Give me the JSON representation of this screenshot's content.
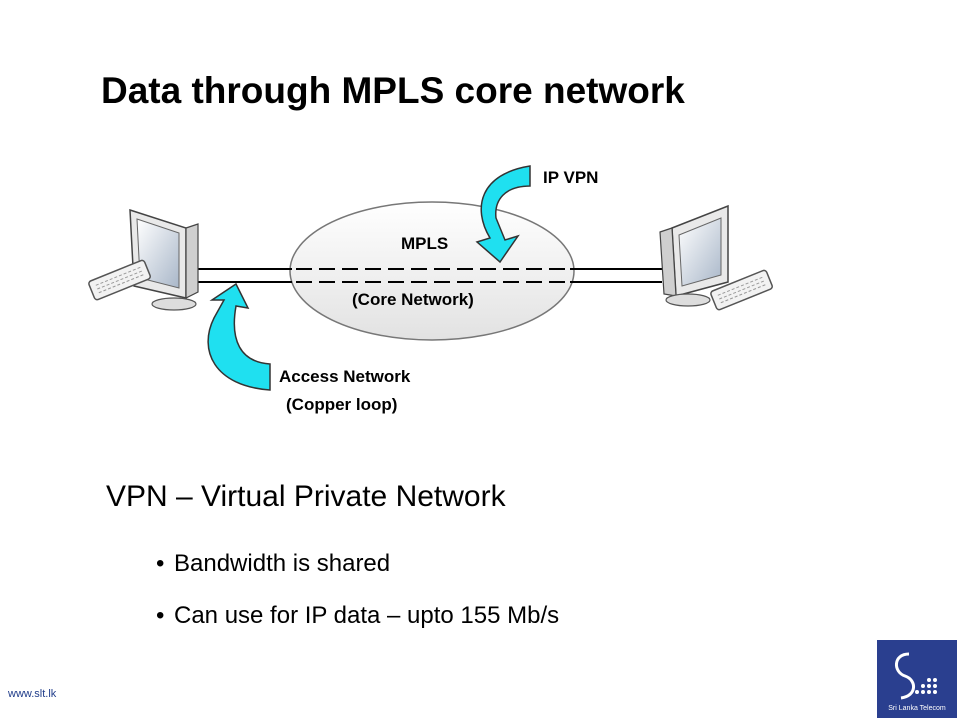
{
  "slide": {
    "title": "Data through MPLS core network",
    "subtitle": "VPN – Virtual Private Network",
    "bullets": [
      "Bandwidth is shared",
      "Can use for IP data – upto 155 Mb/s"
    ],
    "footer_url": "www.slt.lk",
    "logo_text": "Sri Lanka Telecom"
  },
  "diagram": {
    "labels": {
      "ip_vpn": "IP VPN",
      "mpls": "MPLS",
      "core": "(Core Network)",
      "access": "Access Network",
      "copper": "(Copper loop)"
    },
    "icons": [
      "computer-left-icon",
      "computer-right-icon",
      "ip-vpn-arrow-icon",
      "access-arrow-icon"
    ],
    "colors": {
      "arrow": "#1fe0f0",
      "logo_bg": "#2a3f8f",
      "url": "#1f3c8a"
    }
  }
}
